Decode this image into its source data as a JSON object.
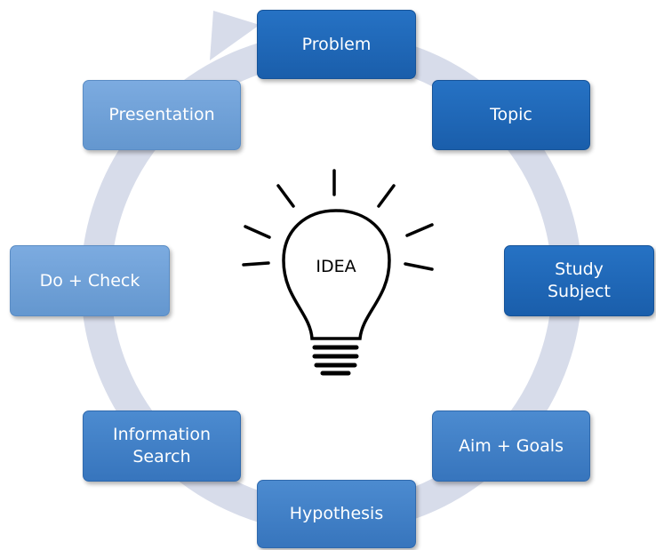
{
  "center_label": "IDEA",
  "steps": [
    {
      "label": "Problem"
    },
    {
      "label": "Topic"
    },
    {
      "label": "Study\nSubject"
    },
    {
      "label": "Aim + Goals"
    },
    {
      "label": "Hypothesis"
    },
    {
      "label": "Information\nSearch"
    },
    {
      "label": "Do + Check"
    },
    {
      "label": "Presentation"
    }
  ],
  "colors": {
    "dark": "#1f66b5",
    "mid": "#3f7fc6",
    "light": "#6c9fd6",
    "arrow": "#d7dcea"
  }
}
